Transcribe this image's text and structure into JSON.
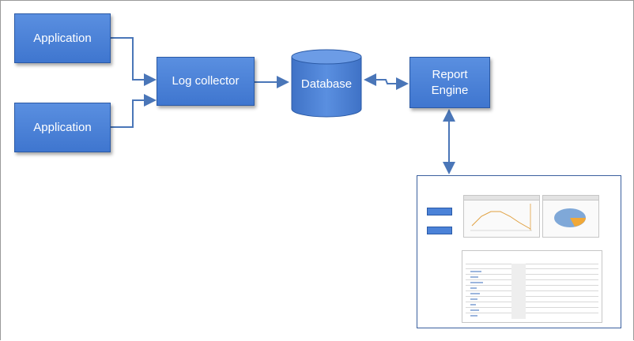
{
  "nodes": {
    "application_1": "Application",
    "application_2": "Application",
    "log_collector": "Log collector",
    "database": "Database",
    "report_engine": "Report\nEngine"
  },
  "colors": {
    "box_fill": "#4a80d8",
    "box_border": "#2b5aa6",
    "arrow": "#4a76b8",
    "text": "#ffffff"
  }
}
